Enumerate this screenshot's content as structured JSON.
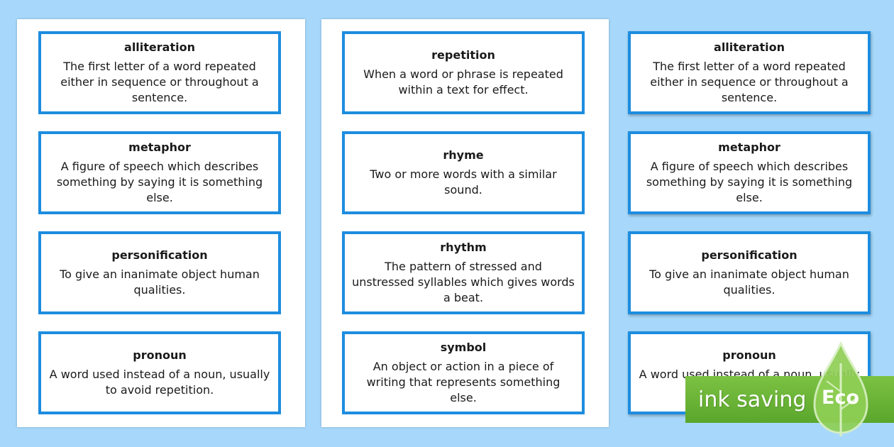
{
  "cards": [
    {
      "term": "alliteration",
      "definition": "The first letter of a word repeated either in sequence or throughout a sentence."
    },
    {
      "term": "metaphor",
      "definition": "A figure of speech which describes something by saying it is something else."
    },
    {
      "term": "personification",
      "definition": "To give an inanimate object human qualities."
    },
    {
      "term": "pronoun",
      "definition": "A word used instead of a noun, usually to avoid repetition."
    },
    {
      "term": "repetition",
      "definition": "When a word or phrase is repeated within a text for effect."
    },
    {
      "term": "rhyme",
      "definition": "Two or more words with a similar sound."
    },
    {
      "term": "rhythm",
      "definition": "The pattern of stressed and unstressed syllables which gives words a beat."
    },
    {
      "term": "symbol",
      "definition": "An object or action in a piece of writing that represents something else."
    },
    {
      "term": "alliteration",
      "definition": "The first letter of a word repeated either in sequence or throughout a sentence."
    },
    {
      "term": "metaphor",
      "definition": "A figure of speech which describes something by saying it is something else."
    },
    {
      "term": "personification",
      "definition": "To give an inanimate object human qualities."
    },
    {
      "term": "pronoun",
      "definition": "A word used instead of a noun, usually to avoid repetition."
    }
  ],
  "eco_badge": {
    "text": "ink saving",
    "label": "Eco",
    "icon": "leaf-drop-icon"
  },
  "colors": {
    "background": "#a7d8fb",
    "card_border": "#1d8ddf",
    "eco_green": "#6cb639"
  }
}
